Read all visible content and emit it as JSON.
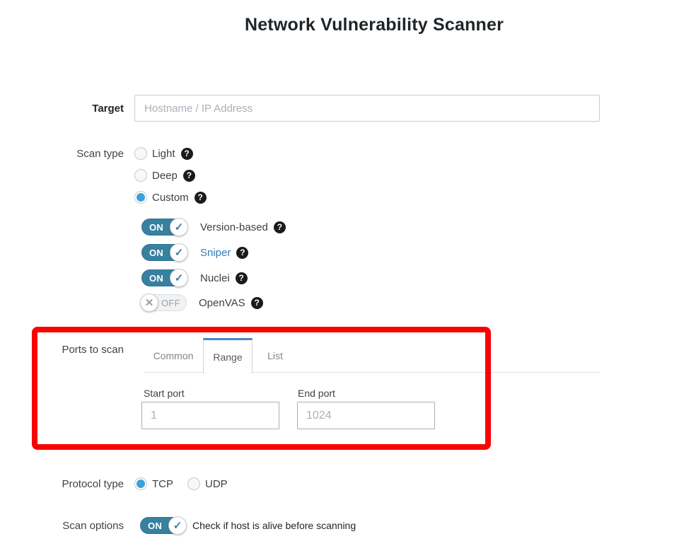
{
  "page": {
    "title": "Network Vulnerability Scanner"
  },
  "target": {
    "label": "Target",
    "placeholder": "Hostname / IP Address"
  },
  "scan_type": {
    "label": "Scan type",
    "options": [
      {
        "label": "Light",
        "selected": false
      },
      {
        "label": "Deep",
        "selected": false
      },
      {
        "label": "Custom",
        "selected": true
      }
    ],
    "tools": [
      {
        "state": "ON",
        "label": "Version-based"
      },
      {
        "state": "ON",
        "label": "Sniper"
      },
      {
        "state": "ON",
        "label": "Nuclei"
      },
      {
        "state": "OFF",
        "label": "OpenVAS"
      }
    ]
  },
  "ports": {
    "label": "Ports to scan",
    "tabs": [
      {
        "label": "Common",
        "active": false
      },
      {
        "label": "Range",
        "active": true
      },
      {
        "label": "List",
        "active": false
      }
    ],
    "fields": {
      "start": {
        "label": "Start port",
        "placeholder": "1"
      },
      "end": {
        "label": "End port",
        "placeholder": "1024"
      }
    }
  },
  "protocol": {
    "label": "Protocol type",
    "options": [
      {
        "label": "TCP",
        "selected": true
      },
      {
        "label": "UDP",
        "selected": false
      }
    ]
  },
  "scan_options": {
    "label": "Scan options",
    "toggle_state": "ON",
    "text": "Check if host is alive before scanning"
  },
  "icons": {
    "help": "?",
    "check": "✓",
    "cross": "✕"
  },
  "colors": {
    "accent_teal": "#38809f",
    "radio_blue": "#3fa0d9",
    "tab_active_bar": "#4a87c0",
    "link_blue": "#337ab7",
    "annotation_red": "#fa0202"
  },
  "annotation": {
    "shape": "rectangle",
    "color": "#fa0202",
    "highlights": "ports-to-scan-section"
  }
}
